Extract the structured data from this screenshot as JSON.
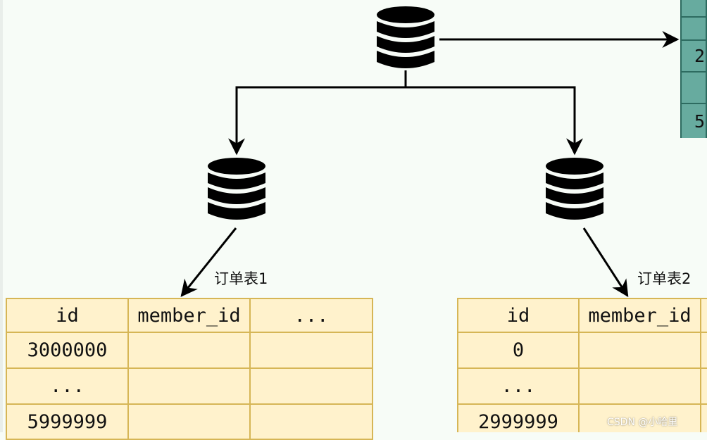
{
  "colors": {
    "table_fill": "#fff2cc",
    "table_border": "#d6b656",
    "route_fill": "#67ab9f",
    "route_border": "#2d6b60",
    "database": "#000000",
    "arrow": "#000000"
  },
  "icons": {
    "root_db": "database-icon",
    "left_db": "database-icon",
    "right_db": "database-icon"
  },
  "left_table": {
    "label": "订单表1",
    "headers": [
      "id",
      "member_id",
      "..."
    ],
    "rows": [
      [
        "3000000",
        "",
        ""
      ],
      [
        "...",
        "",
        ""
      ],
      [
        "5999999",
        "",
        ""
      ]
    ]
  },
  "right_table": {
    "label": "订单表2",
    "headers": [
      "id",
      "member_id",
      ""
    ],
    "rows": [
      [
        "0",
        "",
        ""
      ],
      [
        "...",
        "",
        ""
      ],
      [
        "2999999",
        "",
        ""
      ]
    ]
  },
  "route_table": {
    "rows": [
      "",
      "",
      "2",
      "",
      "5"
    ]
  },
  "watermark": "CSDN @小哈里"
}
